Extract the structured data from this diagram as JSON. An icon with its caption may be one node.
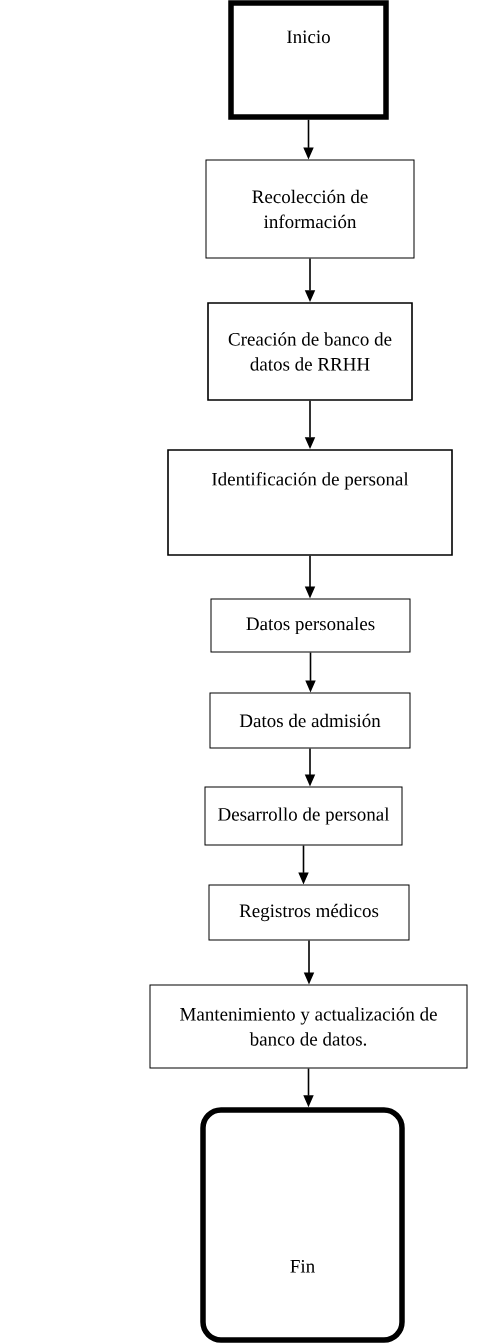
{
  "diagram": {
    "nodes": [
      {
        "text": [
          "Inicio"
        ]
      },
      {
        "text": [
          "Recolección de información"
        ]
      },
      {
        "text": [
          "Creación de banco de datos de RRHH"
        ]
      },
      {
        "text": [
          "Identificación de personal"
        ]
      },
      {
        "text": [
          "Datos personales"
        ]
      },
      {
        "text": [
          "Datos de admisión"
        ]
      },
      {
        "text": [
          "Desarrollo de personal"
        ]
      },
      {
        "text": [
          "Registros médicos"
        ]
      },
      {
        "text": [
          "Mantenimiento y actualización de banco de datos."
        ]
      },
      {
        "text": [
          "Fin"
        ]
      }
    ],
    "edges": [
      {
        "from": 0,
        "to": 1,
        "arrow": "to"
      },
      {
        "from": 1,
        "to": 2,
        "arrow": "to"
      },
      {
        "from": 2,
        "to": 3,
        "arrow": "to"
      },
      {
        "from": 3,
        "to": 4,
        "arrow": "to"
      },
      {
        "from": 4,
        "to": 5,
        "arrow": "to"
      },
      {
        "from": 5,
        "to": 6,
        "arrow": "to"
      },
      {
        "from": 6,
        "to": 7,
        "arrow": "to"
      },
      {
        "from": 7,
        "to": 8,
        "arrow": "to"
      },
      {
        "from": 8,
        "to": 9,
        "arrow": "to"
      }
    ]
  }
}
